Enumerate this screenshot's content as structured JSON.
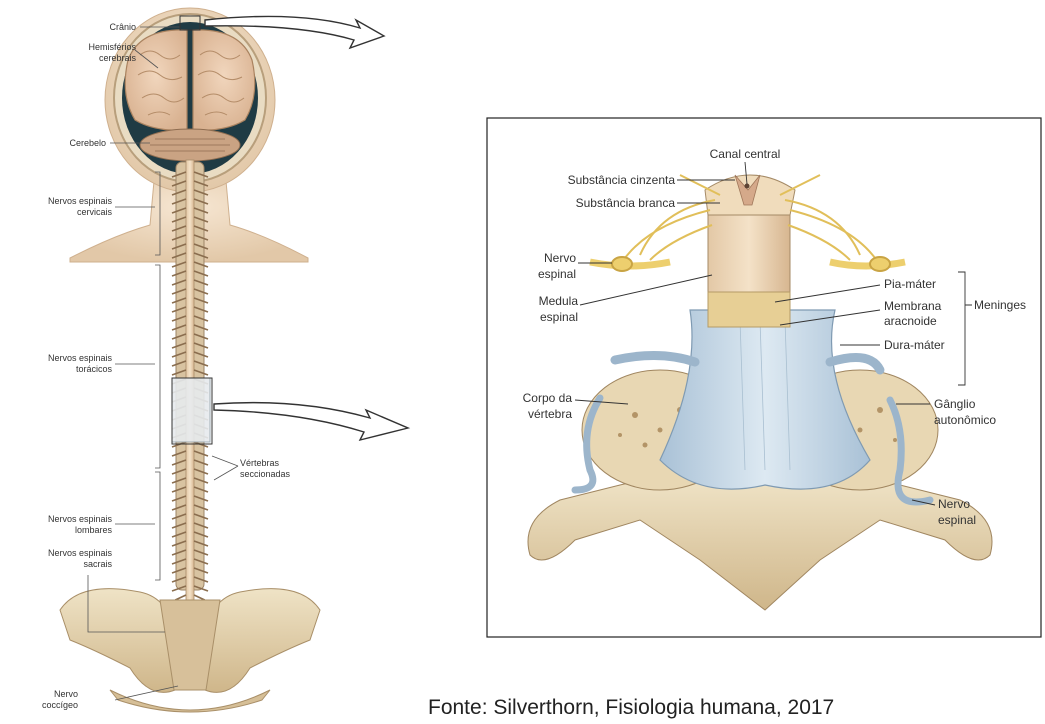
{
  "left_labels": {
    "cranio": "Crânio",
    "hemisferios_1": "Hemisférios",
    "hemisferios_2": "cerebrais",
    "cerebelo": "Cerebelo",
    "cervicais_1": "Nervos espinais",
    "cervicais_2": "cervicais",
    "toracicos_1": "Nervos espinais",
    "toracicos_2": "torácicos",
    "vertebras_1": "Vértebras",
    "vertebras_2": "seccionadas",
    "lombares_1": "Nervos espinais",
    "lombares_2": "lombares",
    "sacrais_1": "Nervos espinais",
    "sacrais_2": "sacrais",
    "coccigeo_1": "Nervo",
    "coccigeo_2": "coccígeo"
  },
  "right_labels": {
    "canal_central": "Canal central",
    "substancia_cinzenta": "Substância cinzenta",
    "substancia_branca": "Substância branca",
    "nervo_espinal_top_1": "Nervo",
    "nervo_espinal_top_2": "espinal",
    "medula_1": "Medula",
    "medula_2": "espinal",
    "pia_mater": "Pia-máter",
    "membrana_1": "Membrana",
    "membrana_2": "aracnoide",
    "dura_mater": "Dura-máter",
    "meninges": "Meninges",
    "corpo_1": "Corpo da",
    "corpo_2": "vértebra",
    "ganglio_1": "Gânglio",
    "ganglio_2": "autonômico",
    "nervo_espinal_bottom_1": "Nervo",
    "nervo_espinal_bottom_2": "espinal"
  },
  "caption": "Fonte: Silverthorn, Fisiologia humana, 2017"
}
